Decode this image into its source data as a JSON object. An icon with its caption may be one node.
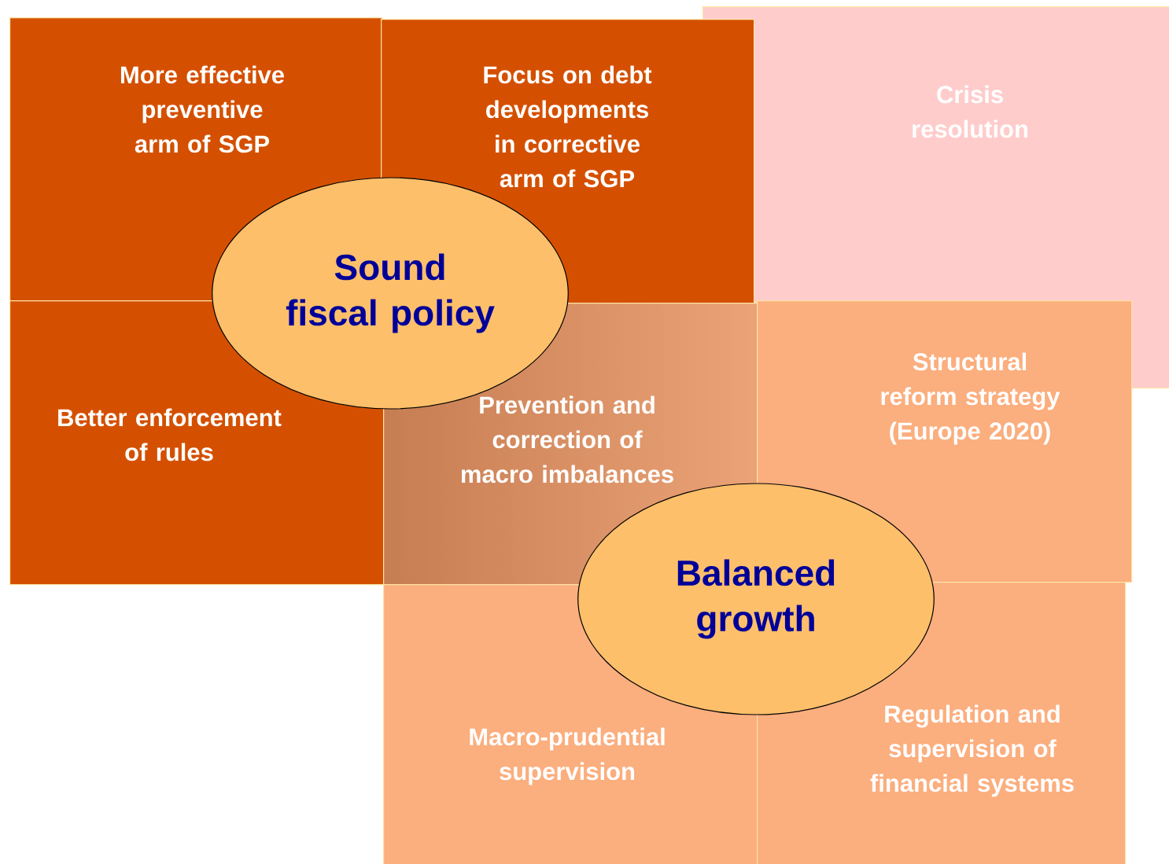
{
  "diagram": {
    "nodes": [
      {
        "text": [
          "More effective preventive arm of SGP"
        ]
      },
      {
        "text": [
          "Focus on debt developments in corrective arm of SGP"
        ]
      },
      {
        "text": [
          "Crisis resolution"
        ]
      },
      {
        "text": [
          "Better enforcement of rules"
        ]
      },
      {
        "text": [
          "Prevention and correction of macro imbalances"
        ]
      },
      {
        "text": [
          "Structural reform strategy (Europe 2020)"
        ]
      },
      {
        "text": [
          "Macro-prudential supervision"
        ]
      },
      {
        "text": [
          "Regulation and supervision of financial systems"
        ]
      },
      {
        "text": [
          "Sound fiscal policy"
        ]
      },
      {
        "text": [
          "Balanced growth"
        ]
      }
    ]
  }
}
